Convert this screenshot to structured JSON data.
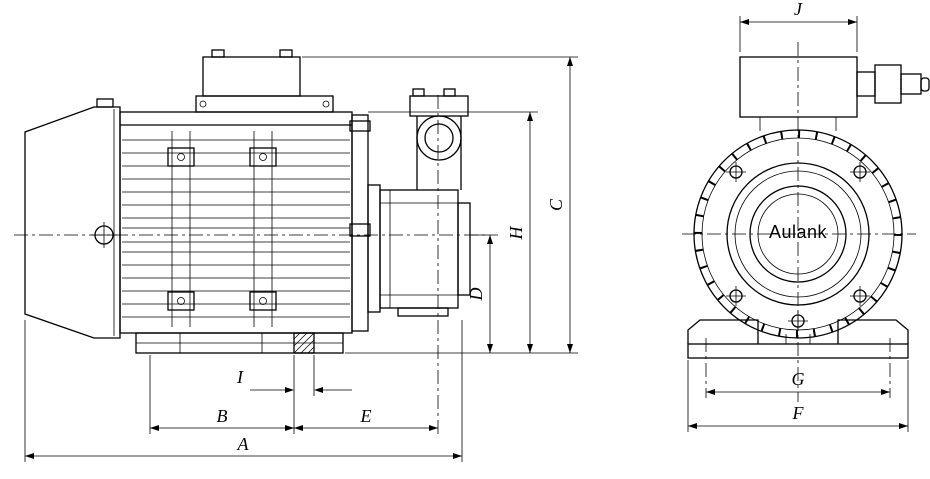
{
  "colors": {
    "line": "#000000",
    "background": "#ffffff"
  },
  "drawing": {
    "brand": "Aulank",
    "dims": {
      "A": "A",
      "B": "B",
      "C": "C",
      "D": "D",
      "E": "E",
      "F": "F",
      "G": "G",
      "H": "H",
      "I": "I",
      "J": "J"
    }
  }
}
